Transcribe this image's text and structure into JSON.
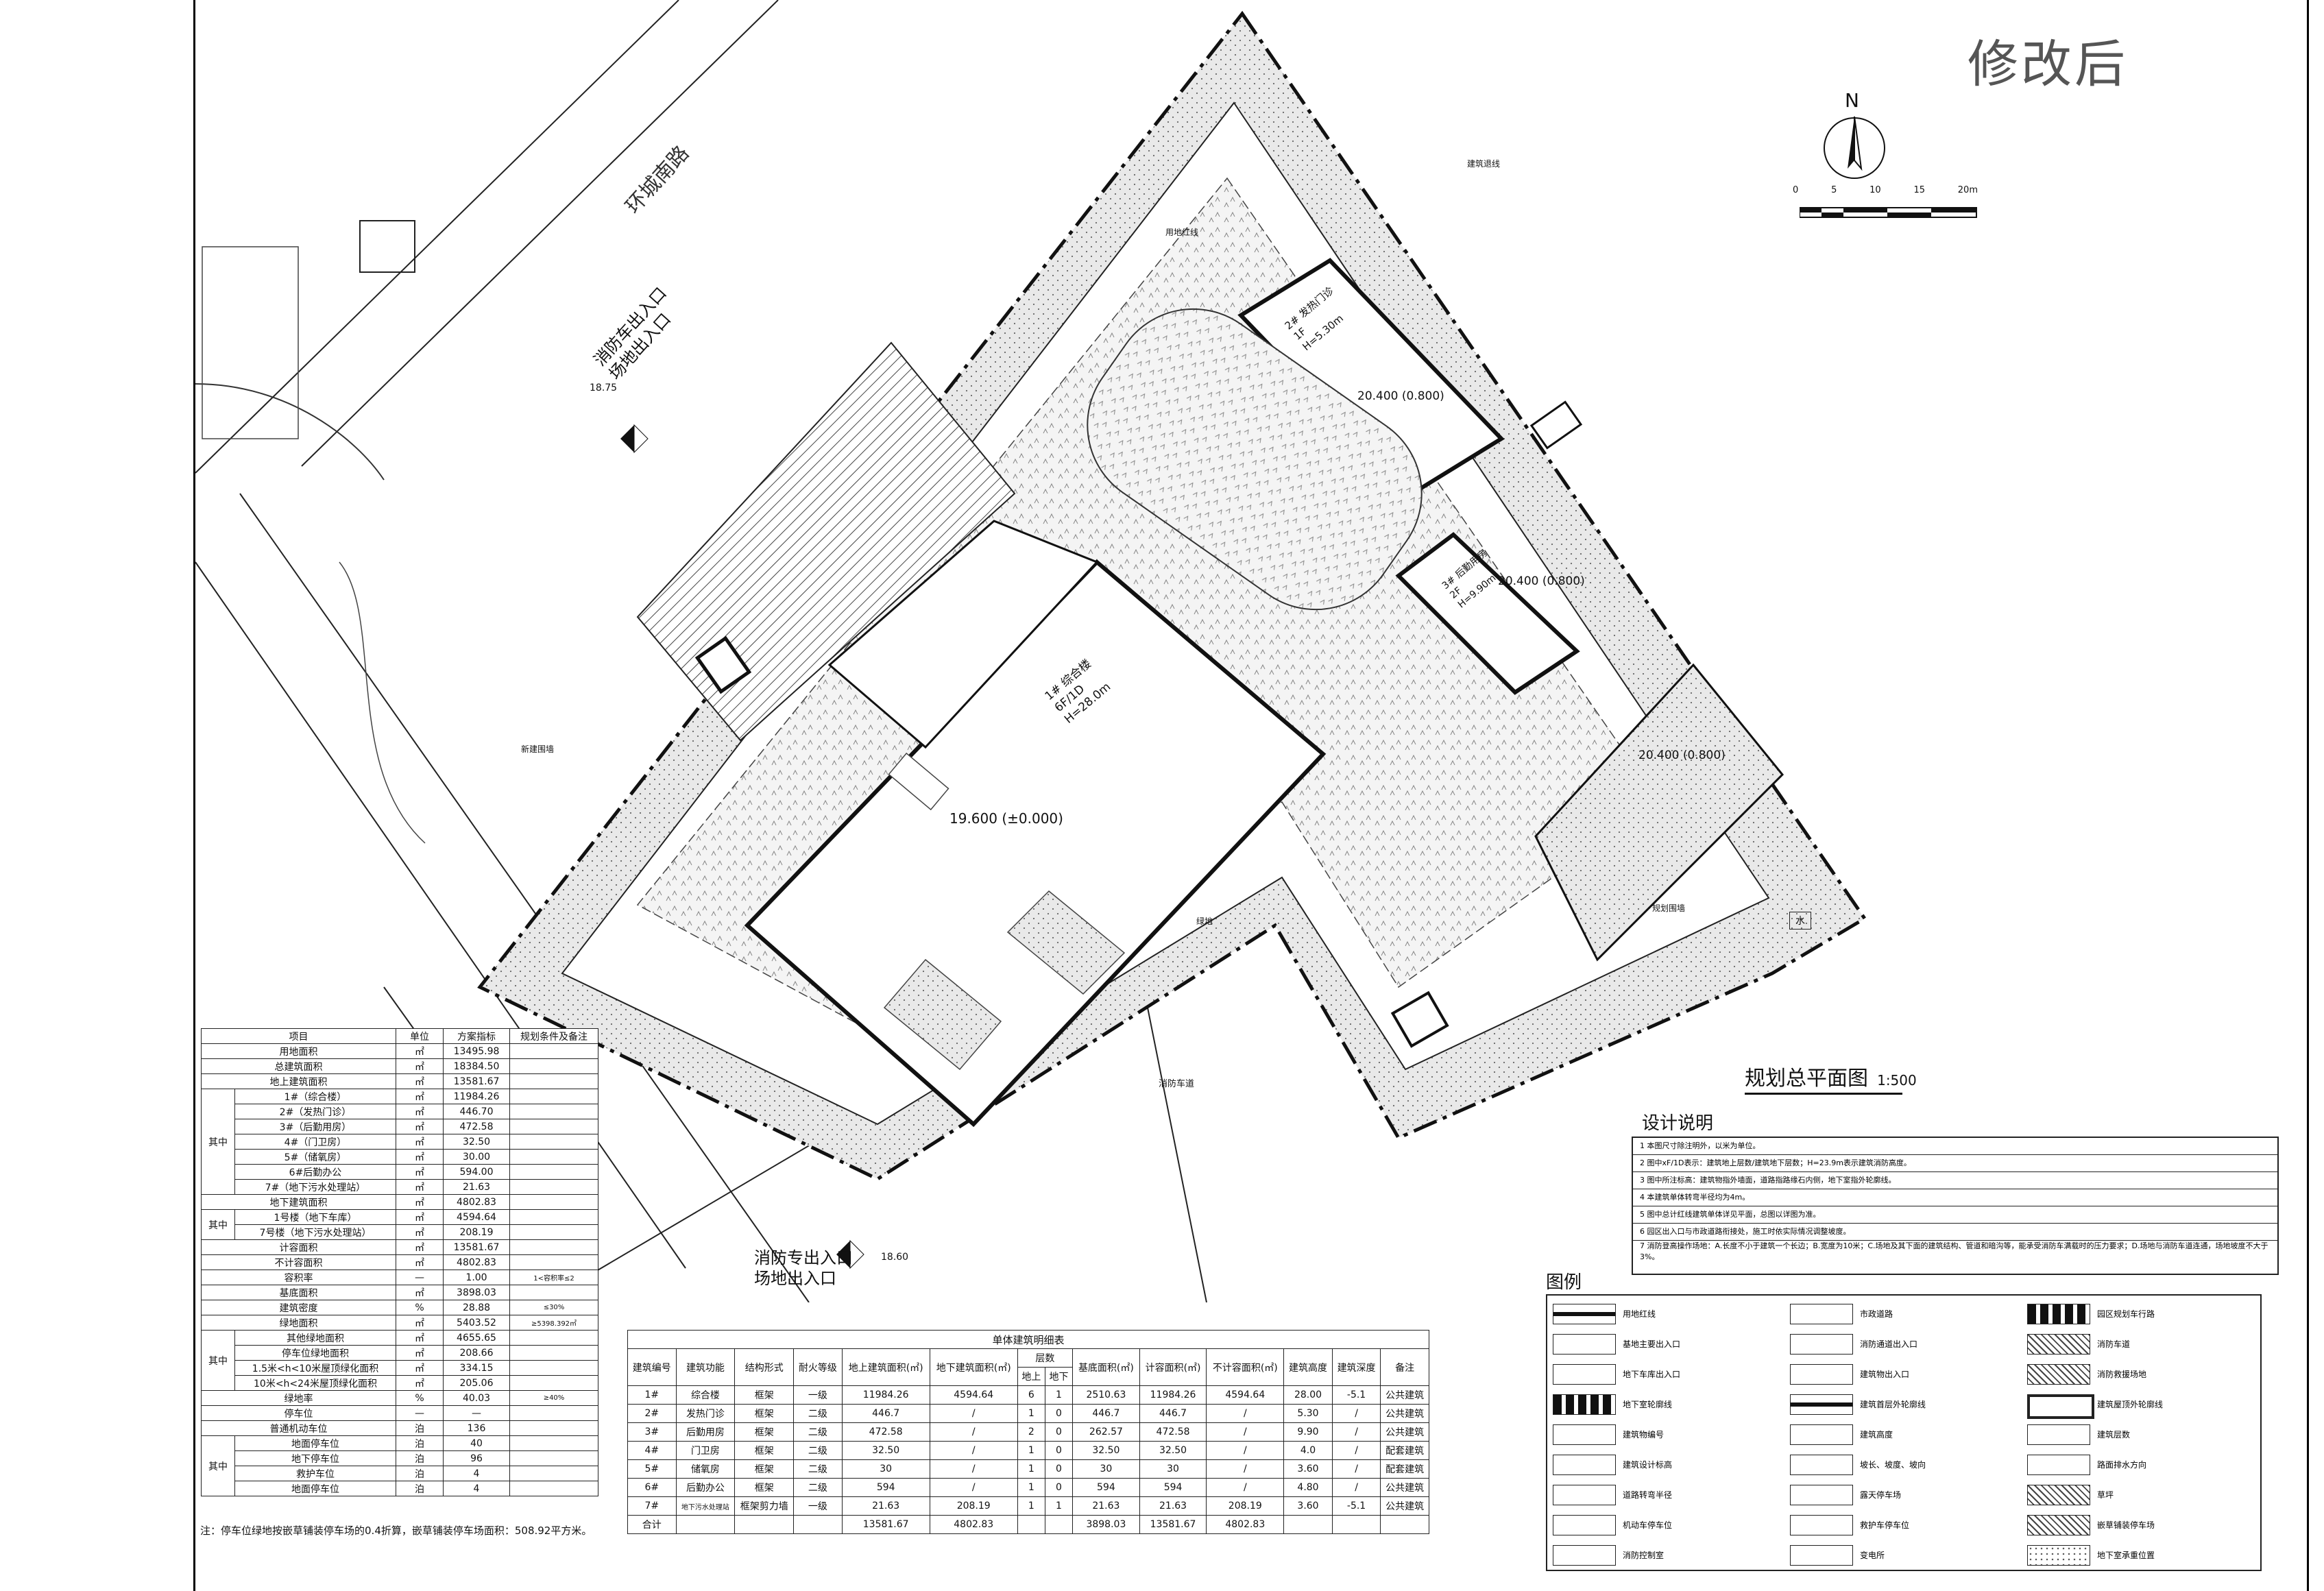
{
  "header": {
    "revision_stamp": "修改后"
  },
  "north_arrow": {
    "letter": "N",
    "scale_ticks": [
      "0",
      "5",
      "10",
      "15",
      "20m"
    ]
  },
  "plan": {
    "title": "规划总平面图",
    "scale": "1:500",
    "road_name": "环城南路",
    "entrances": [
      {
        "line1": "消防车出入口",
        "line2": "场地出入口"
      },
      {
        "line1": "消防专出入口",
        "line2": "场地出入口"
      }
    ],
    "buildings": [
      {
        "name": "1# 综合楼",
        "floors": "6F/1D",
        "height": "H=28.0m"
      },
      {
        "name": "2# 发热门诊",
        "floors": "1F",
        "height": "H=5.30m"
      },
      {
        "name": "3# 后勤用房",
        "floors": "2F",
        "height": "H=9.90m"
      },
      {
        "name": "7# 地下污水处理站"
      }
    ],
    "elevations": [
      "19.600 (±0.000)",
      "20.400 (0.800)",
      "20.400 (0.800)",
      "20.400 (0.800)",
      "18.75",
      "18.60"
    ],
    "labels": [
      "新建围墙",
      "规划围墙",
      "建筑退线",
      "用地红线",
      "消防车道",
      "绿地",
      "水"
    ]
  },
  "index_table": {
    "headers": [
      "项目",
      "单位",
      "方案指标",
      "规划条件及备注"
    ],
    "rows": [
      [
        "用地面积",
        "㎡",
        "13495.98",
        ""
      ],
      [
        "总建筑面积",
        "㎡",
        "18384.50",
        ""
      ],
      [
        "地上建筑面积",
        "㎡",
        "13581.67",
        ""
      ],
      [
        "1#（综合楼）",
        "㎡",
        "11984.26",
        ""
      ],
      [
        "2#（发热门诊）",
        "㎡",
        "446.70",
        ""
      ],
      [
        "3#（后勤用房）",
        "㎡",
        "472.58",
        ""
      ],
      [
        "4#（门卫房）",
        "㎡",
        "32.50",
        ""
      ],
      [
        "5#（储氧房）",
        "㎡",
        "30.00",
        ""
      ],
      [
        "6#后勤办公",
        "㎡",
        "594.00",
        ""
      ],
      [
        "7#（地下污水处理站）",
        "㎡",
        "21.63",
        ""
      ],
      [
        "地下建筑面积",
        "㎡",
        "4802.83",
        ""
      ],
      [
        "1号楼（地下车库）",
        "㎡",
        "4594.64",
        ""
      ],
      [
        "7号楼（地下污水处理站）",
        "㎡",
        "208.19",
        ""
      ],
      [
        "计容面积",
        "㎡",
        "13581.67",
        ""
      ],
      [
        "不计容面积",
        "㎡",
        "4802.83",
        ""
      ],
      [
        "容积率",
        "—",
        "1.00",
        "1<容积率≤2"
      ],
      [
        "基底面积",
        "㎡",
        "3898.03",
        ""
      ],
      [
        "建筑密度",
        "%",
        "28.88",
        "≤30%"
      ],
      [
        "绿地面积",
        "㎡",
        "5403.52",
        "≥5398.392㎡"
      ],
      [
        "其他绿地面积",
        "㎡",
        "4655.65",
        ""
      ],
      [
        "停车位绿地面积",
        "㎡",
        "208.66",
        ""
      ],
      [
        "1.5米<h<10米屋顶绿化面积",
        "㎡",
        "334.15",
        ""
      ],
      [
        "10米<h<24米屋顶绿化面积",
        "㎡",
        "205.06",
        ""
      ],
      [
        "绿地率",
        "%",
        "40.03",
        "≥40%"
      ],
      [
        "停车位",
        "—",
        "—",
        ""
      ],
      [
        "普通机动车位",
        "泊",
        "136",
        ""
      ],
      [
        "地面停车位",
        "泊",
        "40",
        ""
      ],
      [
        "地下停车位",
        "泊",
        "96",
        ""
      ],
      [
        "救护车位",
        "泊",
        "4",
        ""
      ],
      [
        "地面停车位",
        "泊",
        "4",
        ""
      ]
    ],
    "side_label": "其中",
    "footnote": "注：停车位绿地按嵌草铺装停车场的0.4折算，嵌草铺装停车场面积：508.92平方米。"
  },
  "building_table": {
    "title": "单体建筑明细表",
    "headers": [
      "建筑编号",
      "建筑功能",
      "结构形式",
      "耐火等级",
      "地上建筑面积(㎡)",
      "地下建筑面积(㎡)",
      "地上",
      "地下",
      "基底面积(㎡)",
      "计容面积(㎡)",
      "不计容面积(㎡)",
      "建筑高度",
      "建筑深度",
      "备注"
    ],
    "floors_header": "层数",
    "rows": [
      [
        "1#",
        "综合楼",
        "框架",
        "一级",
        "11984.26",
        "4594.64",
        "6",
        "1",
        "2510.63",
        "11984.26",
        "4594.64",
        "28.00",
        "-5.1",
        "公共建筑"
      ],
      [
        "2#",
        "发热门诊",
        "框架",
        "二级",
        "446.7",
        "/",
        "1",
        "0",
        "446.7",
        "446.7",
        "/",
        "5.30",
        "/",
        "公共建筑"
      ],
      [
        "3#",
        "后勤用房",
        "框架",
        "二级",
        "472.58",
        "/",
        "2",
        "0",
        "262.57",
        "472.58",
        "/",
        "9.90",
        "/",
        "公共建筑"
      ],
      [
        "4#",
        "门卫房",
        "框架",
        "二级",
        "32.50",
        "/",
        "1",
        "0",
        "32.50",
        "32.50",
        "/",
        "4.0",
        "/",
        "配套建筑"
      ],
      [
        "5#",
        "储氧房",
        "框架",
        "二级",
        "30",
        "/",
        "1",
        "0",
        "30",
        "30",
        "/",
        "3.60",
        "/",
        "配套建筑"
      ],
      [
        "6#",
        "后勤办公",
        "框架",
        "二级",
        "594",
        "/",
        "1",
        "0",
        "594",
        "594",
        "/",
        "4.80",
        "/",
        "公共建筑"
      ],
      [
        "7#",
        "地下污水处理站",
        "框架剪力墙",
        "一级",
        "21.63",
        "208.19",
        "1",
        "1",
        "21.63",
        "21.63",
        "208.19",
        "3.60",
        "-5.1",
        "公共建筑"
      ],
      [
        "合计",
        "",
        "",
        "",
        "13581.67",
        "4802.83",
        "",
        "",
        "3898.03",
        "13581.67",
        "4802.83",
        "",
        "",
        ""
      ]
    ]
  },
  "design_notes": {
    "title": "设计说明",
    "items": [
      "1  本图尺寸除注明外，以米为单位。",
      "2  图中xF/1D表示：建筑地上层数/建筑地下层数；H=23.9m表示建筑消防高度。",
      "3  图中所注标高：建筑物指外墙面，道路指路缘石内侧，地下室指外轮廓线。",
      "4  本建筑单体转弯半径均为4m。",
      "5  图中总计红线建筑单体详见平面，总图以详图为准。",
      "6  园区出入口与市政道路衔接处，施工时依实际情况调整坡度。",
      "7  消防登高操作场地：A.长度不小于建筑一个长边；B.宽度为10米；C.场地及其下面的建筑结构、管道和暗沟等，能承受消防车满载时的压力要求；D.场地与消防车道连通，场地坡度不大于3%。"
    ]
  },
  "legend": {
    "title": "图例",
    "items": [
      "用地红线",
      "市政道路",
      "园区规划车行路",
      "基地主要出入口",
      "消防通道出入口",
      "消防车道",
      "地下车库出入口",
      "建筑物出入口",
      "消防救援场地",
      "地下室轮廓线",
      "建筑首层外轮廓线",
      "建筑屋顶外轮廓线",
      "建筑物编号",
      "建筑高度",
      "建筑层数",
      "建筑设计标高",
      "坡长、坡度、坡向",
      "路面排水方向",
      "道路转弯半径",
      "露天停车场",
      "草坪",
      "机动车停车位",
      "救护车停车位",
      "嵌草铺装停车场",
      "消防控制室",
      "变电所",
      "地下室承重位置"
    ]
  }
}
